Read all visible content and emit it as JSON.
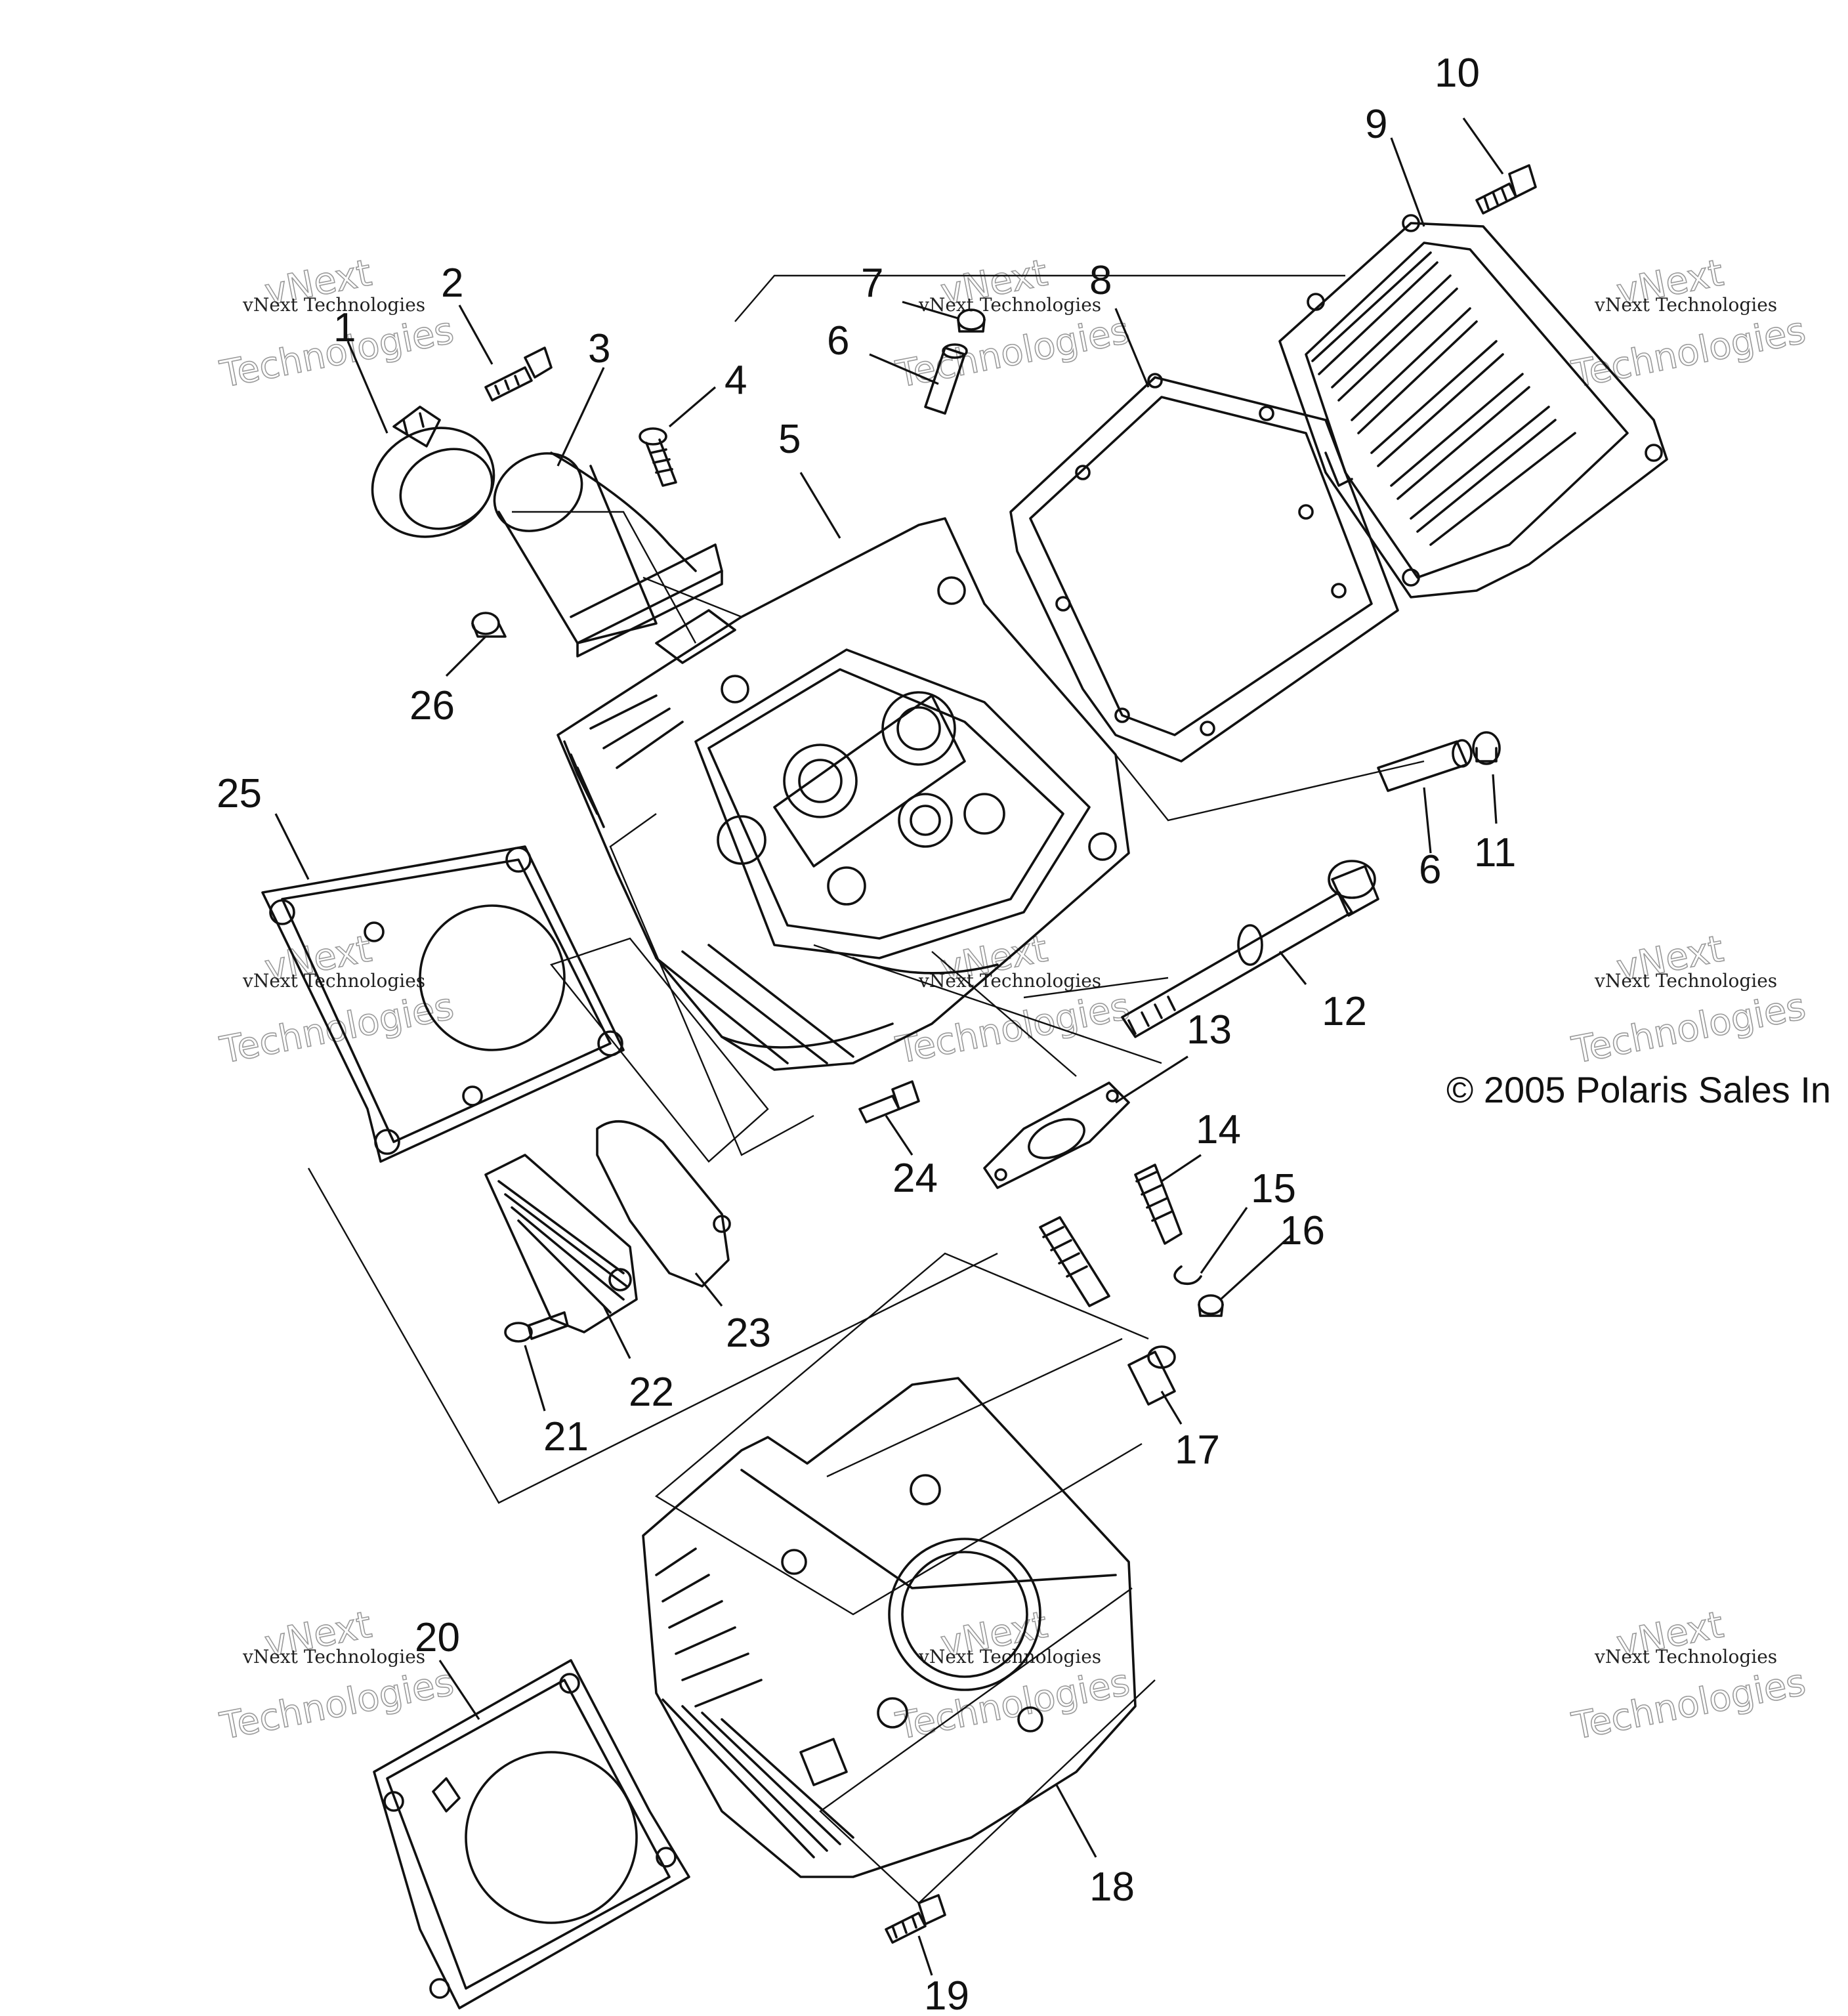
{
  "callouts": [
    "1",
    "2",
    "3",
    "4",
    "5",
    "6",
    "7",
    "8",
    "9",
    "10",
    "11",
    "6",
    "12",
    "13",
    "14",
    "15",
    "16",
    "17",
    "18",
    "19",
    "20",
    "21",
    "22",
    "23",
    "24",
    "25",
    "26"
  ],
  "copyright": "© 2005 Polaris Sales In",
  "watermark": {
    "line1": "vNext Technologies",
    "line2": "vNext",
    "line3": "Technologies"
  }
}
